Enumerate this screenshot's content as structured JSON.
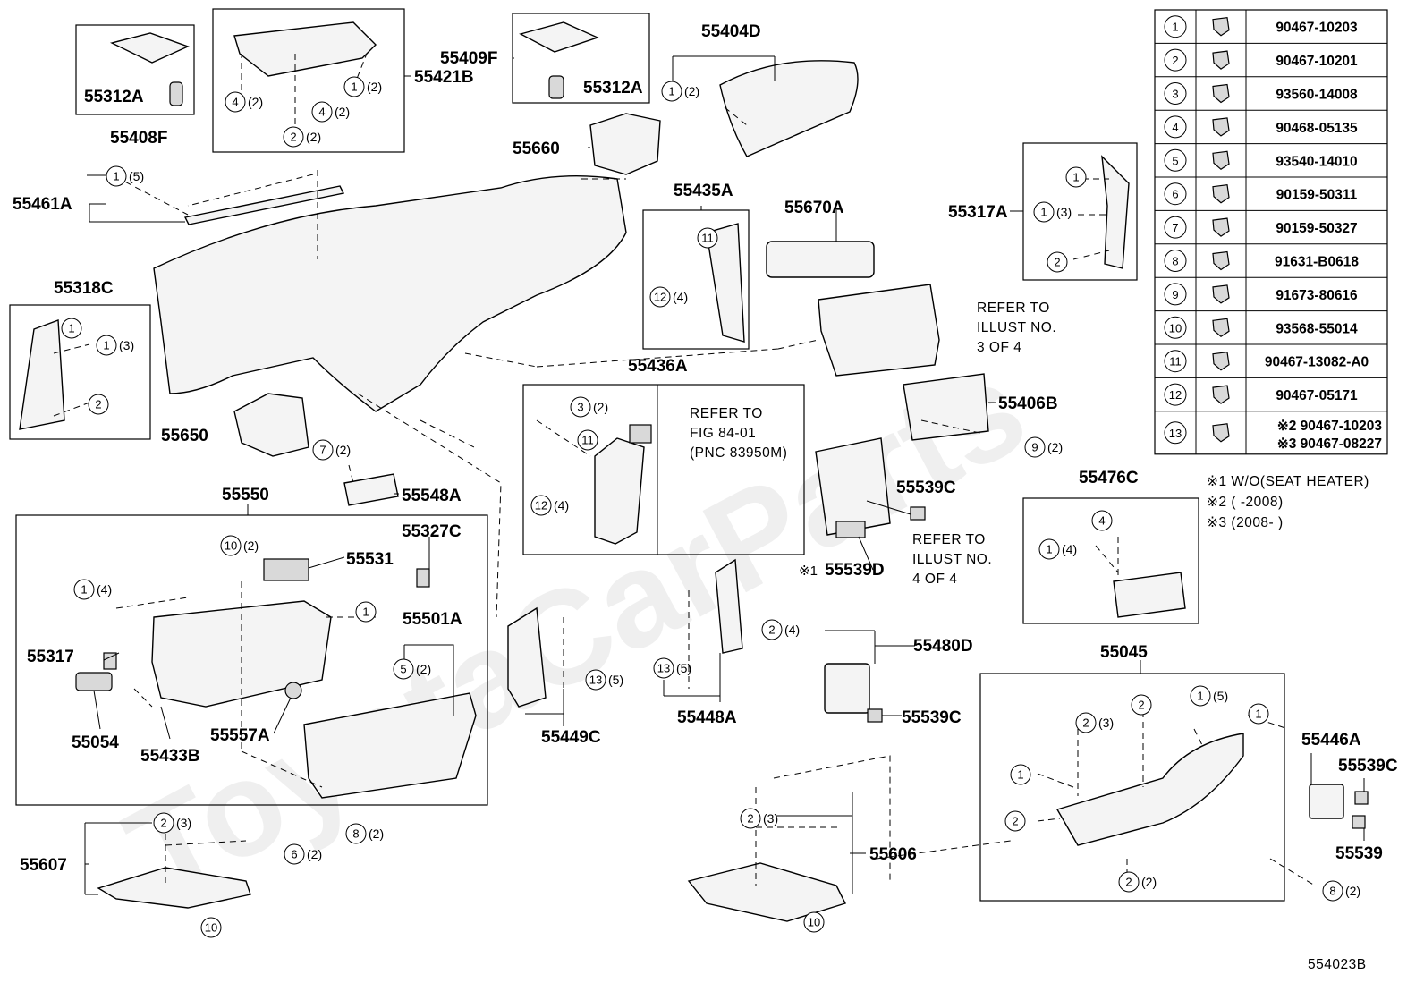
{
  "parts": {
    "p55312A_a": "55312A",
    "p55408F": "55408F",
    "p55421B": "55421B",
    "p55409F": "55409F",
    "p55312A_b": "55312A",
    "p55404D": "55404D",
    "p55660": "55660",
    "p55461A": "55461A",
    "p55435A": "55435A",
    "p55670A": "55670A",
    "p55317A": "55317A",
    "p55318C": "55318C",
    "p55436A": "55436A",
    "p55406B": "55406B",
    "p55650": "55650",
    "p55548A": "55548A",
    "p55550": "55550",
    "p55539C_a": "55539C",
    "p55476C": "55476C",
    "p55327C": "55327C",
    "p55531": "55531",
    "p55539D": "55539D",
    "p55501A": "55501A",
    "p55480D": "55480D",
    "p55317": "55317",
    "p55045": "55045",
    "p55539C_b": "55539C",
    "p55054": "55054",
    "p55433B": "55433B",
    "p55557A": "55557A",
    "p55449C": "55449C",
    "p55448A": "55448A",
    "p55446A": "55446A",
    "p55539C_c": "55539C",
    "p55539": "55539",
    "p55607": "55607",
    "p55606": "55606"
  },
  "quantities": {
    "q2": "(2)",
    "q3": "(3)",
    "q4": "(4)",
    "q5": "(5)"
  },
  "refs": {
    "ref3_l1": "REFER TO",
    "ref3_l2": "ILLUST NO.",
    "ref3_l3": "3 OF 4",
    "fig_l1": "REFER TO",
    "fig_l2": "FIG 84-01",
    "fig_l3": "(PNC 83950M)",
    "ref4_l1": "REFER TO",
    "ref4_l2": "ILLUST NO.",
    "ref4_l3": "4 OF 4"
  },
  "footnotes": {
    "n1": "※1 W/O(SEAT HEATER)",
    "n2": "※2 (     -2008)",
    "n3": "※3 (2008-     )",
    "mark1": "※1"
  },
  "legend": [
    {
      "num": "1",
      "part": "90467-10203"
    },
    {
      "num": "2",
      "part": "90467-10201"
    },
    {
      "num": "3",
      "part": "93560-14008"
    },
    {
      "num": "4",
      "part": "90468-05135"
    },
    {
      "num": "5",
      "part": "93540-14010"
    },
    {
      "num": "6",
      "part": "90159-50311"
    },
    {
      "num": "7",
      "part": "90159-50327"
    },
    {
      "num": "8",
      "part": "91631-B0618"
    },
    {
      "num": "9",
      "part": "91673-80616"
    },
    {
      "num": "10",
      "part": "93568-55014"
    },
    {
      "num": "11",
      "part": "90467-13082-A0"
    },
    {
      "num": "12",
      "part": "90467-05171"
    },
    {
      "num": "13",
      "part": "※2 90467-10203",
      "part2": "※3 90467-08227"
    }
  ],
  "illustration_id": "554023B",
  "watermark": "ToyotaCarParts"
}
